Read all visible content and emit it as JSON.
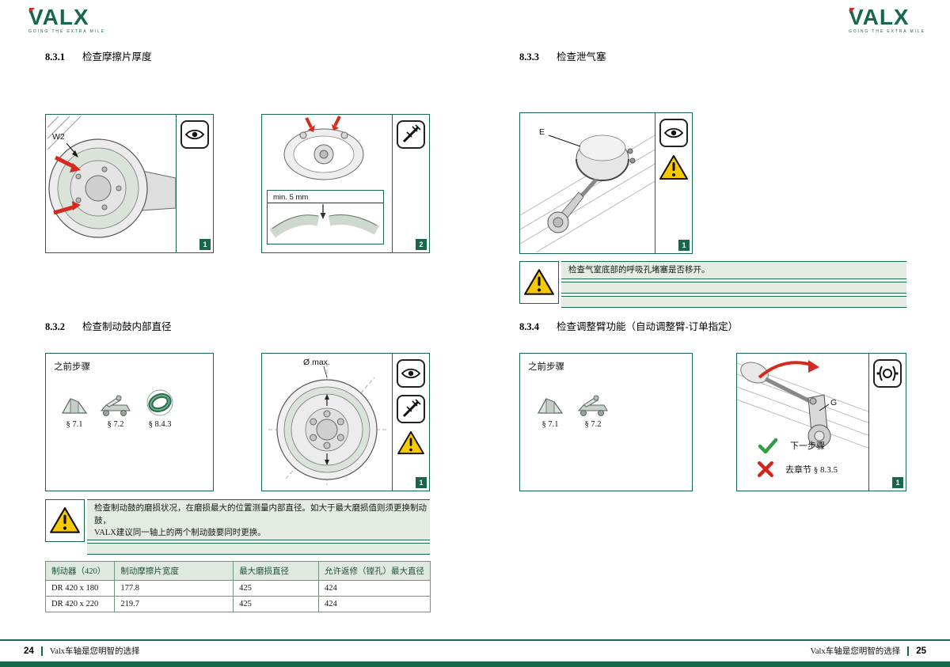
{
  "brand": {
    "logo": "VALX",
    "tagline": "GOING THE EXTRA MILE"
  },
  "colors": {
    "green": "#17684a",
    "light_green": "#e3ebe3",
    "red": "#d42b1e",
    "warning_yellow": "#f6c900"
  },
  "sections": {
    "s831": {
      "number": "8.3.1",
      "title": "检查摩擦片厚度"
    },
    "s832": {
      "number": "8.3.2",
      "title": "检查制动鼓内部直径"
    },
    "s833": {
      "number": "8.3.3",
      "title": "检查泄气塞"
    },
    "s834": {
      "number": "8.3.4",
      "title": "检查调整臂功能（自动调整臂-订单指定）"
    }
  },
  "figures": {
    "friction_1": {
      "badge": "1",
      "callout": "W2"
    },
    "friction_2": {
      "badge": "2",
      "min_label": "min. 5 mm"
    },
    "vent_plug": {
      "badge": "1",
      "callout": "E"
    },
    "drum_diameter": {
      "badge": "1",
      "callout": "Ø max."
    },
    "adjuster": {
      "badge": "1",
      "callout": "G",
      "next_label": "下一步骤",
      "goto_label": "去章节 § 8.3.5"
    }
  },
  "prev_steps": {
    "title": "之前步骤",
    "left_refs": [
      "§ 7.1",
      "§ 7.2",
      "§ 8.4.3"
    ],
    "right_refs": [
      "§ 7.1",
      "§ 7.2"
    ]
  },
  "warnings": {
    "vent": "检查气室底部的呼吸孔堵塞是否移开。",
    "drum_line1": "检查制动鼓的磨损状况，在磨损最大的位置测量内部直径。如大于最大磨损值则须更换制动鼓，",
    "drum_line2": "VALX建议同一轴上的两个制动鼓要同时更换。"
  },
  "table": {
    "headers": [
      "制动器（420）",
      "制动摩擦片宽度",
      "最大磨损直径",
      "允许返修（镗孔）最大直径"
    ],
    "rows": [
      [
        "DR 420 x 180",
        "177.8",
        "425",
        "424"
      ],
      [
        "DR 420 x 220",
        "219.7",
        "425",
        "424"
      ]
    ]
  },
  "footer": {
    "page_left": "24",
    "page_right": "25",
    "slogan": "Valx车轴是您明智的选择"
  }
}
